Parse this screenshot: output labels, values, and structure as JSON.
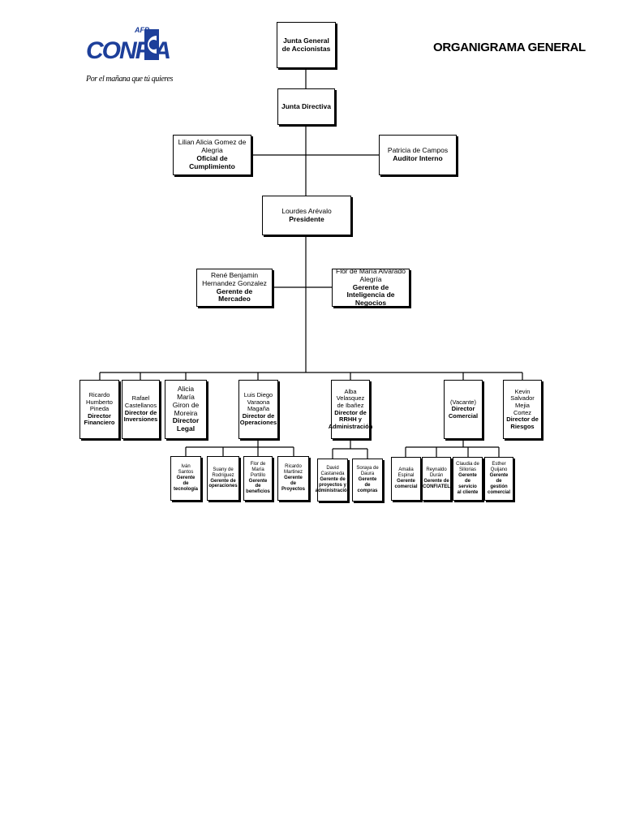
{
  "page_title": "ORGANIGRAMA GENERAL",
  "logo": {
    "brand_text": "CONFIA",
    "superscript": "AFP",
    "slogan": "Por el mañana que tú quieres",
    "brand_color": "#1d3f9a"
  },
  "nodes": {
    "junta_general": {
      "role": "Junta General de Accionistas"
    },
    "junta_directiva": {
      "role": "Junta Directiva"
    },
    "oficial_cumplimiento": {
      "name": "Lilian Alicia Gomez de Alegria",
      "role": "Oficial de Cumplimiento"
    },
    "auditor_interno": {
      "name": "Patricia de Campos",
      "role": "Auditor Interno"
    },
    "presidente": {
      "name": "Lourdes Arévalo",
      "role": "Presidente"
    },
    "gerente_mercadeo": {
      "name": "René Benjamin Hernandez Gonzalez",
      "role": "Gerente de Mercadeo"
    },
    "gerente_inteligencia": {
      "name": "Flor de María Alvarado Alegría",
      "role": "Gerente de Inteligencia de Negocios"
    },
    "director_financiero": {
      "name": "Ricardo Humberto Pineda",
      "role": "Director Financiero"
    },
    "director_inversiones": {
      "name": "Rafael Castellanos",
      "role": "Director de Inversiones"
    },
    "director_legal": {
      "name": "Alicia María Giron de Moreira",
      "role": "Director Legal"
    },
    "director_operaciones": {
      "name": "Luis Diego Varaona Magaña",
      "role": "Director de Operaciones"
    },
    "director_rrhh": {
      "name": "Alba Velasquez de Ibañez",
      "role": "Director de RRHH y Administración"
    },
    "director_comercial": {
      "name": "(Vacante)",
      "role": "Director Comercial"
    },
    "director_riesgos": {
      "name": "Kevin Salvador Mejia Cortez",
      "role": "Director de Riesgos"
    },
    "gerente_tecnologia": {
      "name": "Iván Santos",
      "role": "Gerente de tecnología"
    },
    "gerente_operaciones": {
      "name": "Suany de Rodriguez",
      "role": "Gerente de operaciones"
    },
    "gerente_beneficios": {
      "name": "Flor de María Portillo",
      "role": "Gerente de beneficios"
    },
    "gerente_proyectos": {
      "name": "Ricardo Martinez",
      "role": "Gerente de Proyectos"
    },
    "gerente_proyectos_admin": {
      "name": "David Castaneda",
      "role": "Gerente de proyectos y administración"
    },
    "gerente_compras": {
      "name": "Soraya de Daura",
      "role": "Gerente de compras"
    },
    "gerente_comercial": {
      "name": "Amalia Espinal",
      "role": "Gerente comercial"
    },
    "gerente_confiatel": {
      "name": "Reynaldo Durán",
      "role": "Gerente de CONFIATEL"
    },
    "gerente_servicio": {
      "name": "Claudia de Siliorias",
      "role": "Gerente de servicio al cliente"
    },
    "gerente_gestion": {
      "name": "Esther Quijano",
      "role": "Gerente de gestión comercial"
    }
  }
}
